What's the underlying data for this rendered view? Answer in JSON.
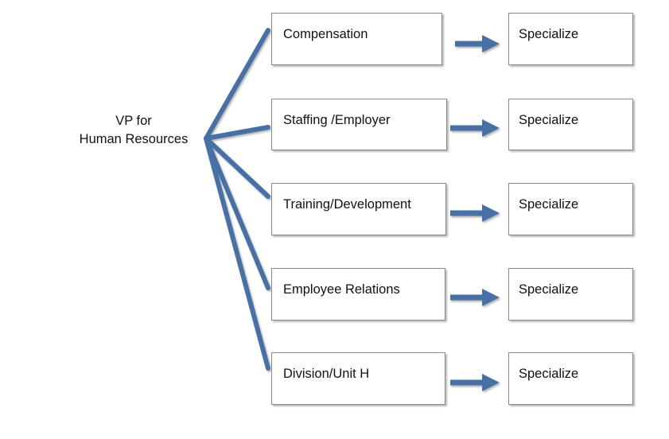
{
  "root": {
    "line1": "VP for",
    "line2": "Human Resources"
  },
  "colors": {
    "connector": "#4a6fa5",
    "box_border": "#8a8a8a"
  },
  "departments": [
    {
      "label": "Compensation",
      "outcome": "Specialize"
    },
    {
      "label": "Staffing /Employer",
      "outcome": "Specialize"
    },
    {
      "label": "Training/Development",
      "outcome": "Specialize"
    },
    {
      "label": "Employee Relations",
      "outcome": "Specialize"
    },
    {
      "label": "Division/Unit H",
      "outcome": "Specialize"
    }
  ]
}
